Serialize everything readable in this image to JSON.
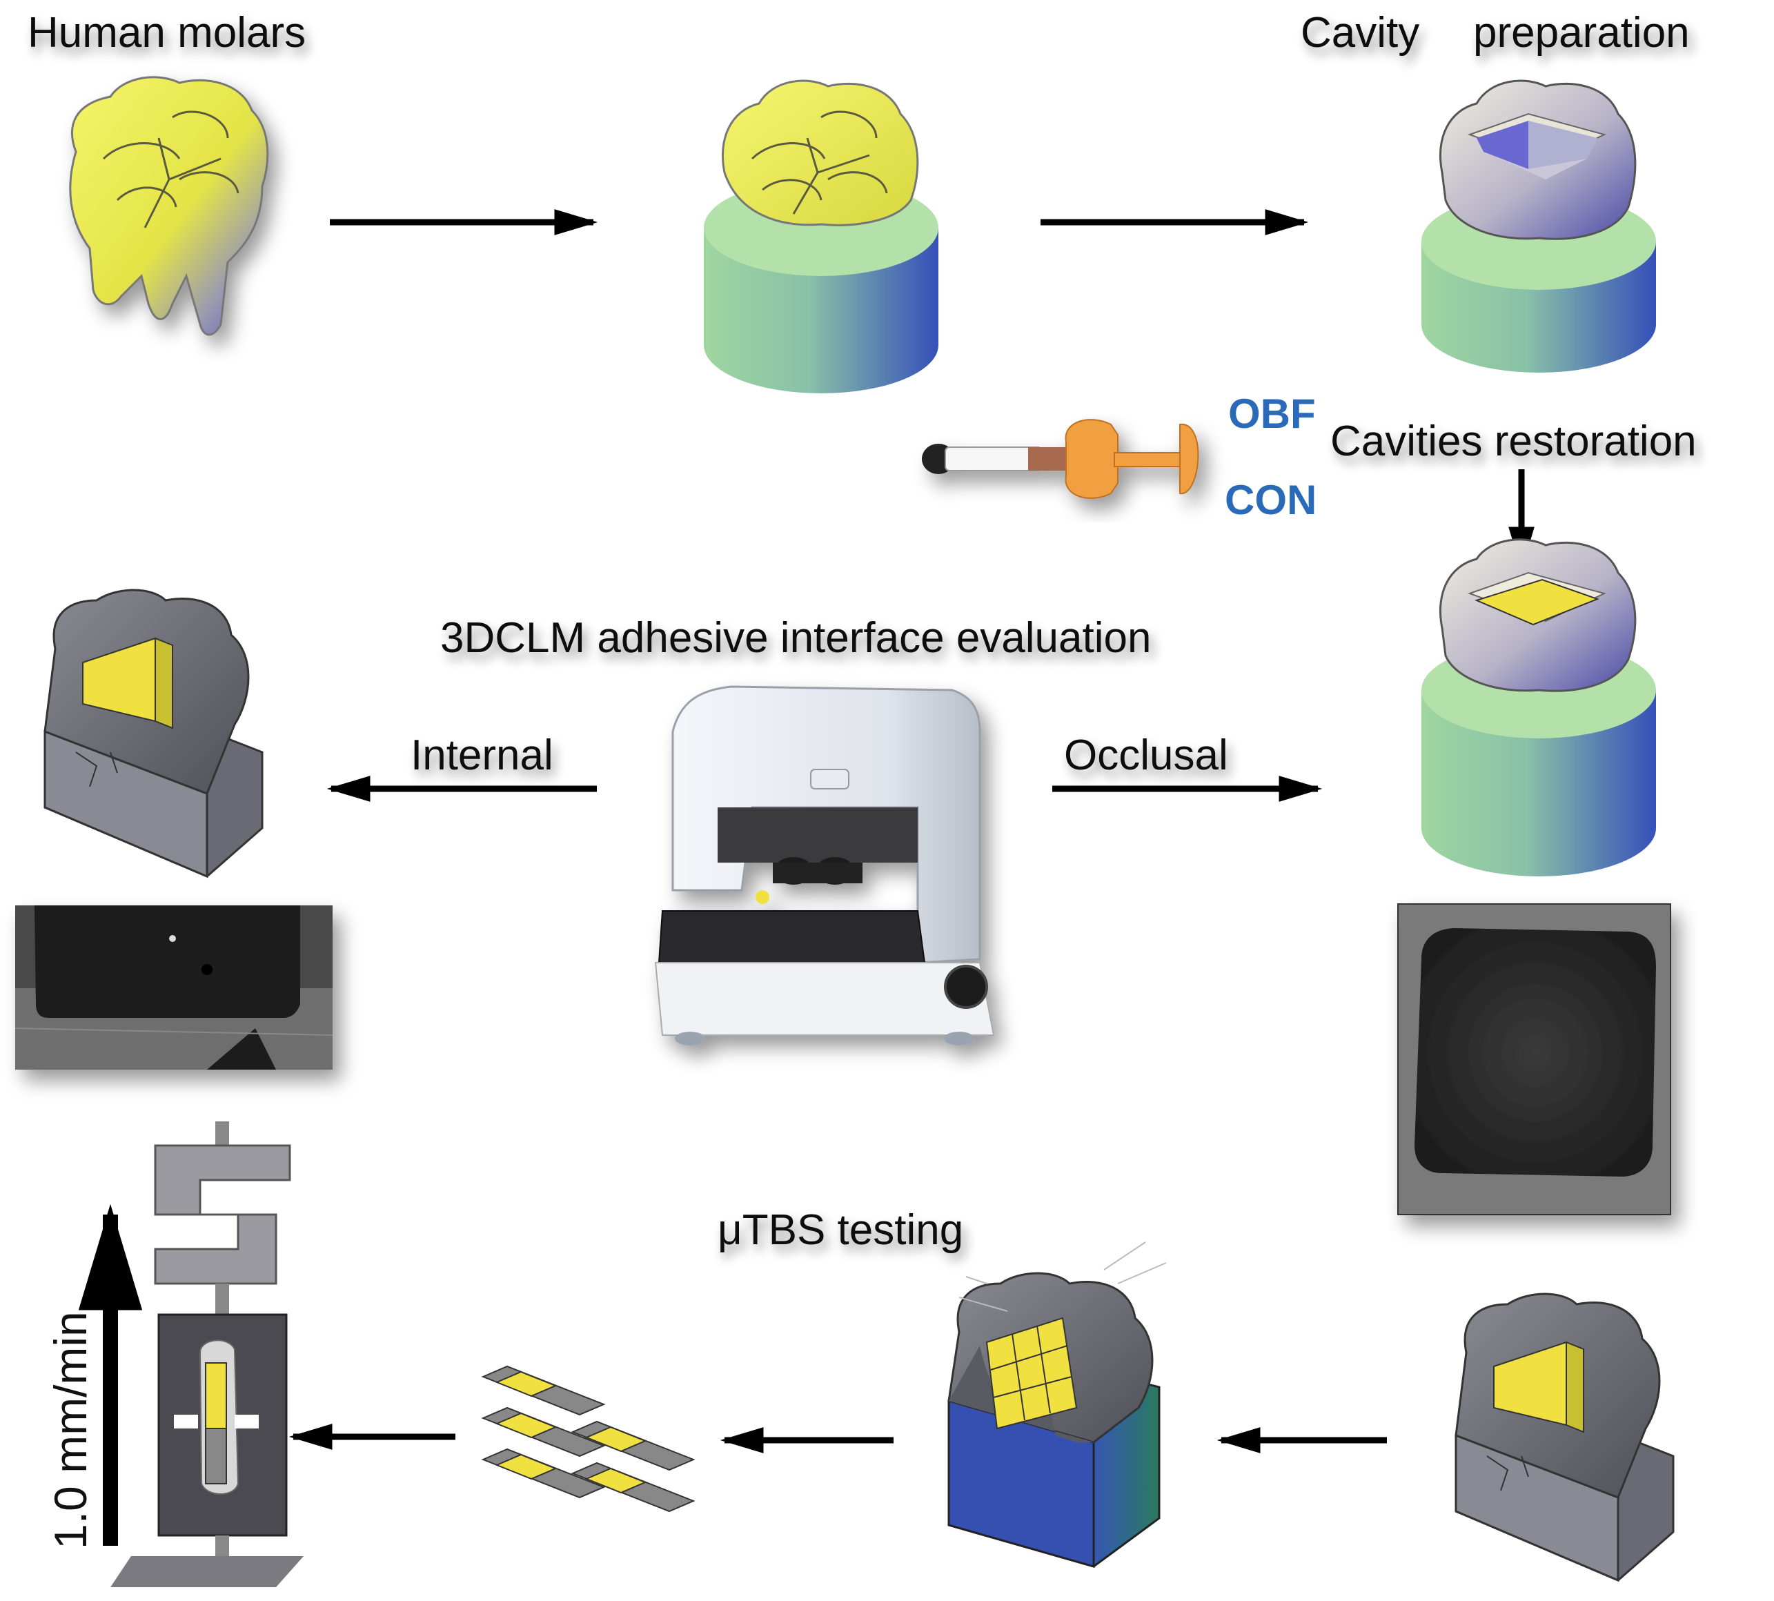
{
  "labels": {
    "human_molars": "Human molars",
    "cavity": "Cavity",
    "preparation": "preparation",
    "cavities_restoration": "Cavities restoration",
    "obf": "OBF",
    "con": "CON",
    "evaluation": "3DCLM adhesive interface evaluation",
    "internal": "Internal",
    "occlusal": "Occlusal",
    "utbs": "μTBS testing",
    "speed": "1.0 mm/min"
  },
  "colors": {
    "tooth_yellow": "#e8e84a",
    "tooth_blue": "#6060c0",
    "resin_green": "#a8dca0",
    "resin_blue": "#3f5fb0",
    "composite_yellow": "#f0e040",
    "cavity_blue": "#6a6ad0",
    "enamel_cream": "#eeeadc",
    "section_gray": "#707078",
    "label_blue": "#2a6ab8",
    "syringe_orange": "#f0a040"
  },
  "icons": [
    "molar-icon",
    "embedded-molar-icon",
    "prepared-cavity-icon",
    "composite-syringe-icon",
    "restored-molar-icon",
    "sectioned-molar-icon",
    "confocal-microscope-icon",
    "laser-scan-image",
    "sticks-cut-icon",
    "microtensile-jig-icon"
  ]
}
